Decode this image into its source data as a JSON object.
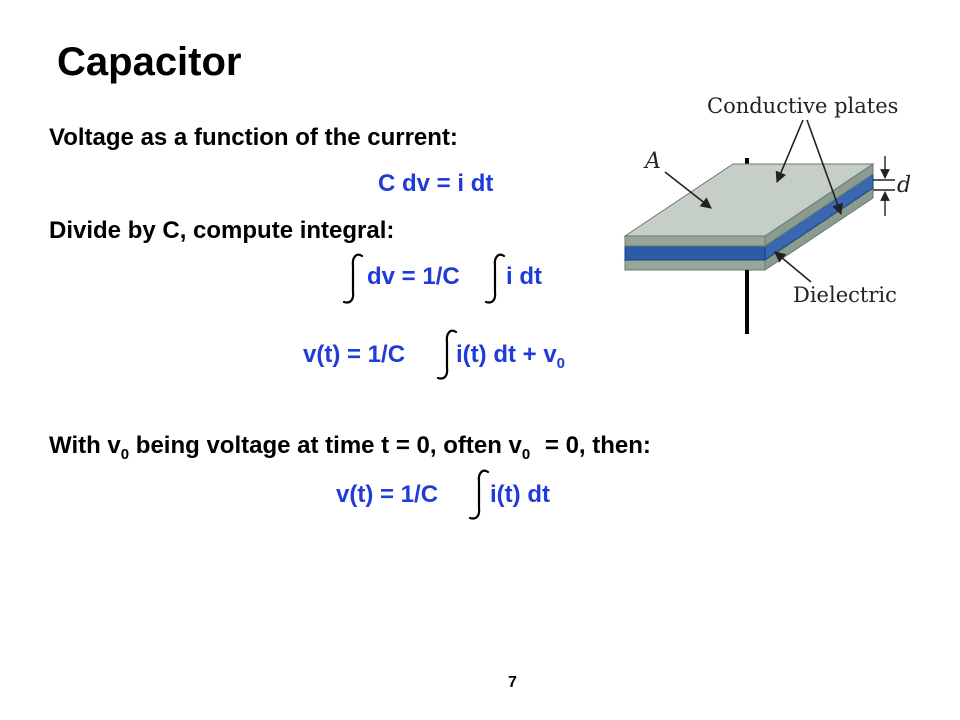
{
  "slide": {
    "title": "Capacitor",
    "line1": "Voltage as a function of the current:",
    "eq1": "C dv = i dt",
    "line2": "Divide by C, compute integral:",
    "eq2_left": "dv = 1/C",
    "eq2_right": "i dt",
    "eq3_left": "v(t) = 1/C",
    "eq3_right": "i(t) dt + v",
    "eq3_sub": "0",
    "line3_a": "With v",
    "line3_sub1": "0",
    "line3_b": " being voltage at time t = 0, often v",
    "line3_sub2": "0",
    "line3_c": " = 0, then:",
    "eq4_left": "v(t) = 1/C",
    "eq4_right": "i(t) dt",
    "page_number": "7"
  },
  "diagram": {
    "label_plates": "Conductive plates",
    "label_area": "A",
    "label_distance": "d",
    "label_dielectric": "Dielectric",
    "colors": {
      "plate_top": "#c5cec7",
      "plate_side": "#96a69a",
      "dielectric_top": "#3a67b0",
      "dielectric_side": "#2c5ba8",
      "lead": "#000000"
    }
  }
}
